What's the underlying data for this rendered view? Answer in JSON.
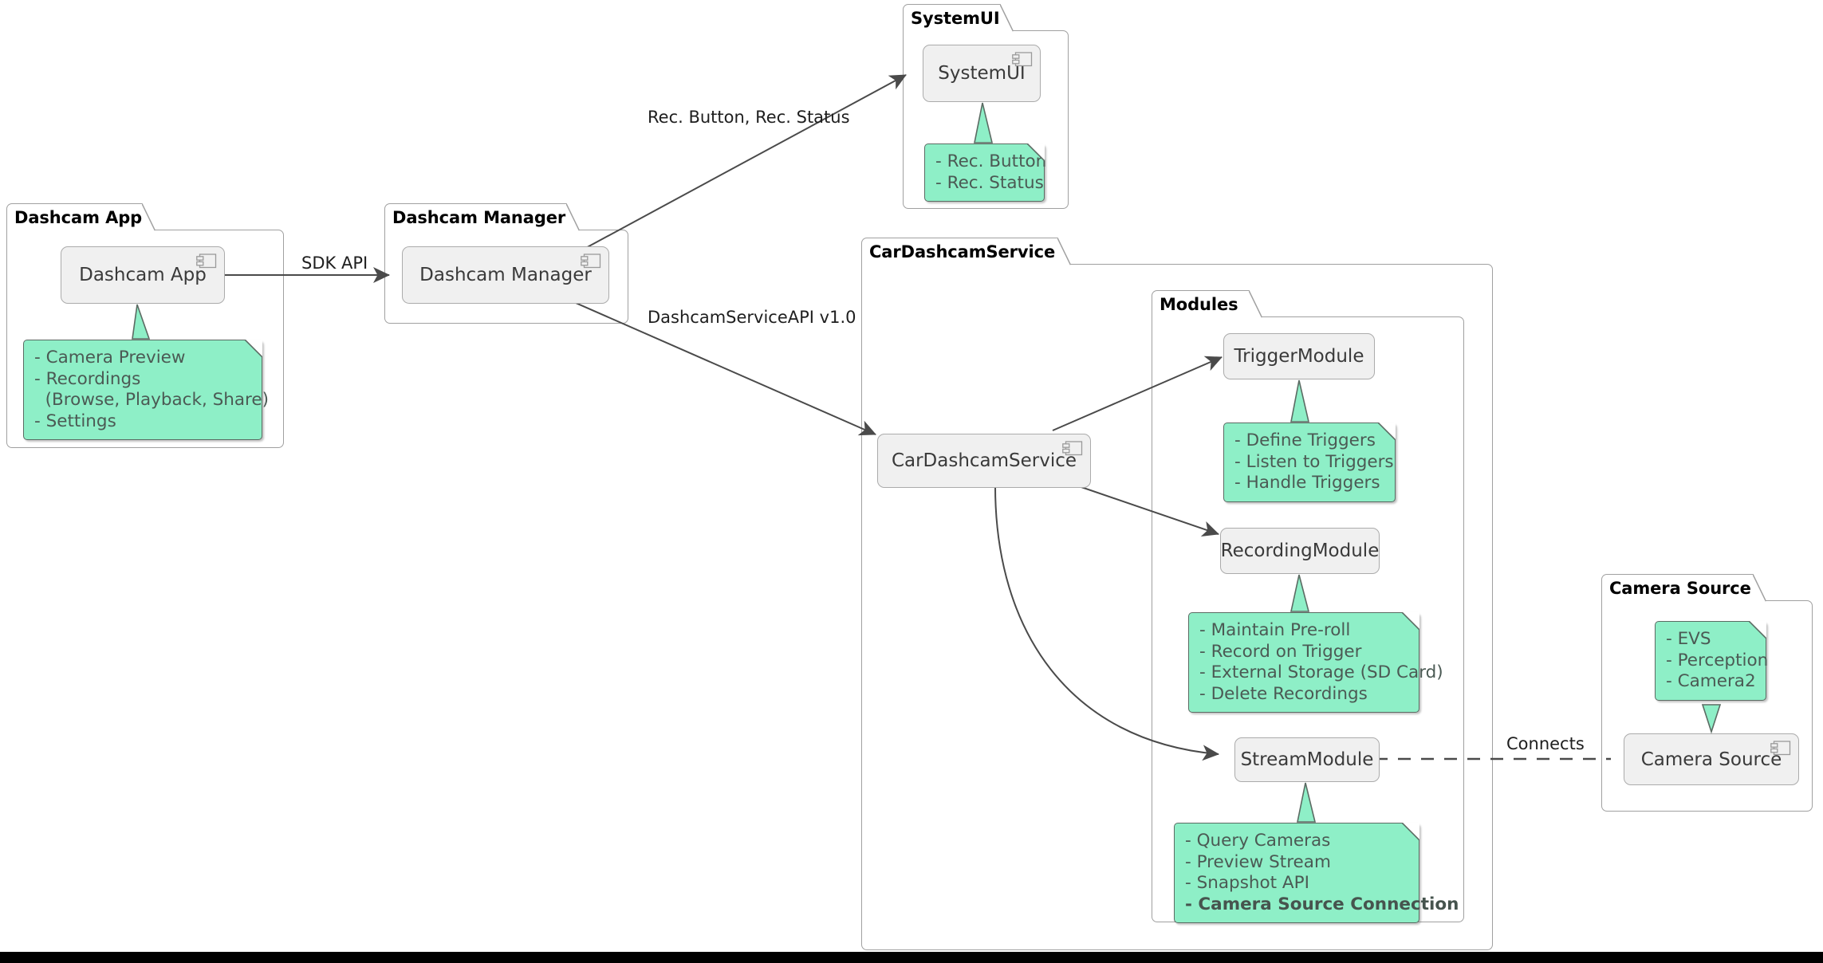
{
  "diagram": {
    "type": "uml-component-diagram",
    "background": "#FFFFFF",
    "colors": {
      "note_fill": "#8EEFC7",
      "note_border": "#5B6B63",
      "note_text": "#4B5A54",
      "component_fill": "#F0F0F0",
      "component_border": "#ABABAB",
      "component_text": "#3A3A3A",
      "package_border": "#A0A0A0",
      "package_title": "#000000",
      "edge": "#4A4A4A",
      "bottom_bar": "#000000"
    }
  },
  "packages": [
    {
      "id": "pkg-dashcam-app",
      "title": "Dashcam App"
    },
    {
      "id": "pkg-dashcam-manager",
      "title": "Dashcam Manager"
    },
    {
      "id": "pkg-systemui",
      "title": "SystemUI"
    },
    {
      "id": "pkg-cardashcamservice",
      "title": "CarDashcamService"
    },
    {
      "id": "pkg-modules",
      "title": "Modules"
    },
    {
      "id": "pkg-camera-source",
      "title": "Camera Source"
    }
  ],
  "components": [
    {
      "id": "comp-dashcam-app",
      "label": "Dashcam App",
      "icon": "component-icon"
    },
    {
      "id": "comp-dashcam-manager",
      "label": "Dashcam Manager",
      "icon": "component-icon"
    },
    {
      "id": "comp-systemui",
      "label": "SystemUI",
      "icon": "component-icon"
    },
    {
      "id": "comp-cardashcamservice",
      "label": "CarDashcamService",
      "icon": "component-icon"
    },
    {
      "id": "comp-triggermodule",
      "label": "TriggerModule",
      "icon": "none"
    },
    {
      "id": "comp-recordingmodule",
      "label": "RecordingModule",
      "icon": "none"
    },
    {
      "id": "comp-streammodule",
      "label": "StreamModule",
      "icon": "none"
    },
    {
      "id": "comp-camera-source",
      "label": "Camera Source",
      "icon": "component-icon"
    }
  ],
  "notes": [
    {
      "id": "note-dashcam-app",
      "attached_to": "comp-dashcam-app",
      "lines": [
        {
          "text": "- Camera Preview",
          "bold": false
        },
        {
          "text": "- Recordings",
          "bold": false
        },
        {
          "text": "  (Browse, Playback, Share)",
          "bold": false
        },
        {
          "text": "- Settings",
          "bold": false
        }
      ]
    },
    {
      "id": "note-systemui",
      "attached_to": "comp-systemui",
      "lines": [
        {
          "text": "- Rec. Button",
          "bold": false
        },
        {
          "text": "- Rec. Status",
          "bold": false
        }
      ]
    },
    {
      "id": "note-triggermodule",
      "attached_to": "comp-triggermodule",
      "lines": [
        {
          "text": "- Define Triggers",
          "bold": false
        },
        {
          "text": "- Listen to Triggers",
          "bold": false
        },
        {
          "text": "- Handle Triggers",
          "bold": false
        }
      ]
    },
    {
      "id": "note-recordingmodule",
      "attached_to": "comp-recordingmodule",
      "lines": [
        {
          "text": "- Maintain Pre-roll",
          "bold": false
        },
        {
          "text": "- Record on Trigger",
          "bold": false
        },
        {
          "text": "- External Storage (SD Card)",
          "bold": false
        },
        {
          "text": "- Delete Recordings",
          "bold": false
        }
      ]
    },
    {
      "id": "note-streammodule",
      "attached_to": "comp-streammodule",
      "lines": [
        {
          "text": "- Query Cameras",
          "bold": false
        },
        {
          "text": "- Preview Stream",
          "bold": false
        },
        {
          "text": "- Snapshot API",
          "bold": false
        },
        {
          "text": "- Camera Source Connection",
          "bold": true
        }
      ]
    },
    {
      "id": "note-camera-source",
      "attached_to": "comp-camera-source",
      "lines": [
        {
          "text": "- EVS",
          "bold": false
        },
        {
          "text": "- Perception",
          "bold": false
        },
        {
          "text": "- Camera2",
          "bold": false
        }
      ]
    }
  ],
  "edges": [
    {
      "id": "edge-sdk-api",
      "from": "comp-dashcam-app",
      "to": "comp-dashcam-manager",
      "label": "SDK API",
      "style": "solid",
      "arrow": true
    },
    {
      "id": "edge-rec-button",
      "from": "comp-dashcam-manager",
      "to": "comp-systemui",
      "label": "Rec. Button, Rec. Status",
      "style": "solid",
      "arrow": true
    },
    {
      "id": "edge-dashcamserviceapi",
      "from": "comp-dashcam-manager",
      "to": "comp-cardashcamservice",
      "label": "DashcamServiceAPI v1.0",
      "style": "solid",
      "arrow": true
    },
    {
      "id": "edge-to-trigger",
      "from": "comp-cardashcamservice",
      "to": "comp-triggermodule",
      "label": "",
      "style": "solid",
      "arrow": true
    },
    {
      "id": "edge-to-recording",
      "from": "comp-cardashcamservice",
      "to": "comp-recordingmodule",
      "label": "",
      "style": "solid",
      "arrow": true
    },
    {
      "id": "edge-to-stream",
      "from": "comp-cardashcamservice",
      "to": "comp-streammodule",
      "label": "",
      "style": "solid",
      "arrow": true
    },
    {
      "id": "edge-connects",
      "from": "comp-streammodule",
      "to": "comp-camera-source",
      "label": "Connects",
      "style": "dashed",
      "arrow": false
    }
  ]
}
